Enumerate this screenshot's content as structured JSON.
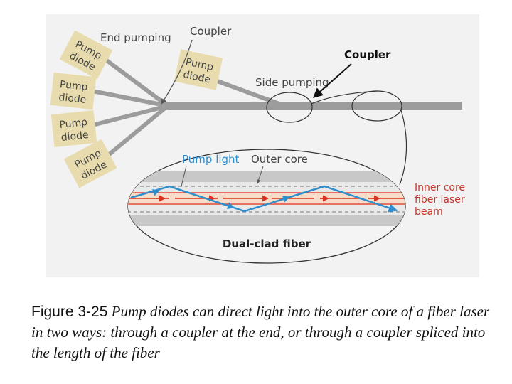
{
  "labels": {
    "end_pumping": "End pumping",
    "coupler_top": "Coupler",
    "coupler_side": "Coupler",
    "side_pumping": "Side pumping",
    "pump_light": "Pump light",
    "outer_core": "Outer core",
    "inner_core_line1": "Inner core",
    "inner_core_line2": "fiber laser",
    "inner_core_line3": "beam",
    "dual_clad_fiber": "Dual-clad fiber"
  },
  "pump_diode": {
    "line1": "Pump",
    "line2": "diode"
  },
  "caption": {
    "figure_number": "Figure 3-25",
    "text": "Pump diodes can direct light into the outer core of a fiber laser in two ways:  through a coupler at the end, or through a coupler spliced into the length of the fiber"
  },
  "colors": {
    "fiber": "#9c9c9c",
    "diode_box": "#e8dcae",
    "pump_light": "#2e8ece",
    "laser_beam": "#d9331f",
    "inner_core_label": "#c8352a",
    "pump_light_label": "#2e8ece"
  }
}
